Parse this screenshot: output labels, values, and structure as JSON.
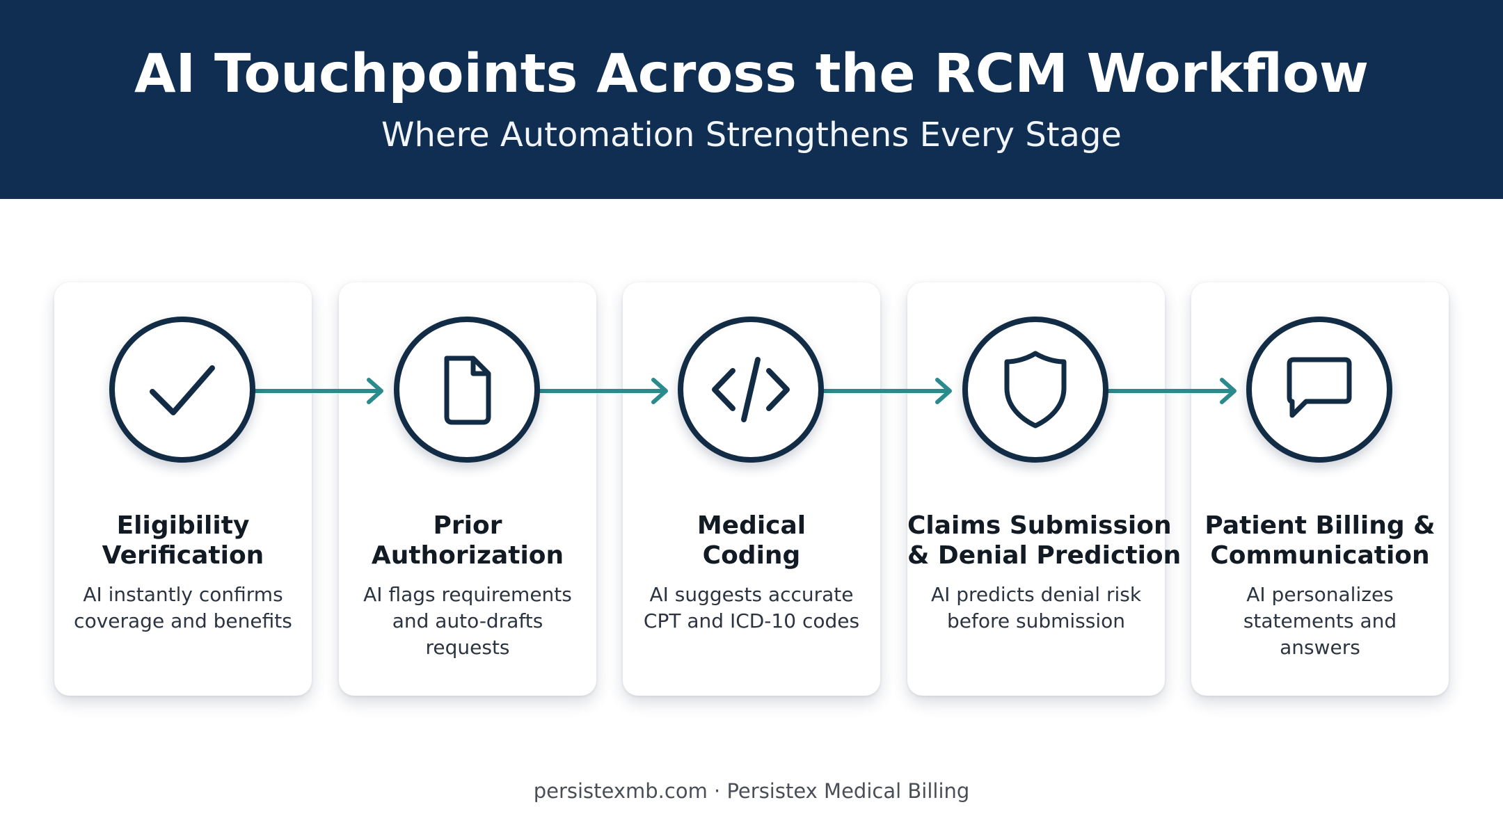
{
  "header": {
    "title": "AI Touchpoints Across the RCM Workflow",
    "subtitle": "Where Automation Strengthens Every Stage"
  },
  "colors": {
    "header_bg": "#0f2e52",
    "icon_ring": "#132c46",
    "arrow": "#2a8a8c"
  },
  "stages": [
    {
      "icon": "checkmark-icon",
      "title_lines": [
        "Eligibility",
        "Verification"
      ],
      "desc_lines": [
        "AI instantly confirms",
        "coverage and benefits"
      ]
    },
    {
      "icon": "document-icon",
      "title_lines": [
        "Prior",
        "Authorization"
      ],
      "desc_lines": [
        "AI flags requirements",
        "and auto-drafts",
        "requests"
      ]
    },
    {
      "icon": "code-icon",
      "title_lines": [
        "Medical",
        "Coding"
      ],
      "desc_lines": [
        "AI suggests accurate",
        "CPT and ICD-10 codes"
      ]
    },
    {
      "icon": "shield-icon",
      "title_lines": [
        "Claims Submission",
        "& Denial Prediction"
      ],
      "desc_lines": [
        "AI predicts denial risk",
        "before submission"
      ]
    },
    {
      "icon": "chat-bubble-icon",
      "title_lines": [
        "Patient Billing &",
        "Communication"
      ],
      "desc_lines": [
        "AI personalizes",
        "statements and",
        "answers"
      ]
    }
  ],
  "footer": {
    "text": "persistexmb.com · Persistex Medical Billing"
  }
}
